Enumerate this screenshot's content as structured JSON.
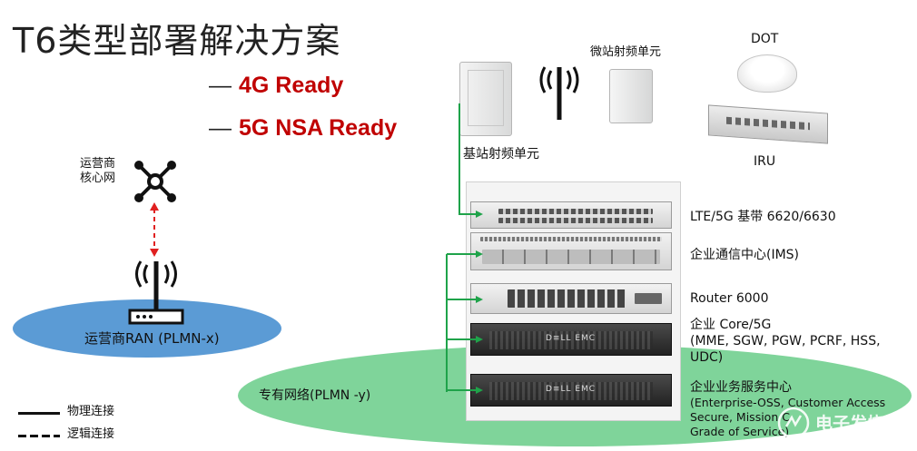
{
  "title": "T6类型部署解决方案",
  "features": [
    {
      "dash": "—",
      "text": "4G Ready"
    },
    {
      "dash": "—",
      "text": "5G  NSA Ready"
    }
  ],
  "operator": {
    "core_label_line1": "运营商",
    "core_label_line2": "核心网",
    "ran_label": "运营商RAN (PLMN-x)"
  },
  "private_network_label": "专有网络(PLMN -y)",
  "legend": {
    "physical": "物理连接",
    "logical": "逻辑连接"
  },
  "radio_units": {
    "macro": "基站射频单元",
    "micro": "微站射频单元",
    "dot": "DOT",
    "iru": "IRU"
  },
  "rack_items": {
    "baseband": "LTE/5G 基带 6620/6630",
    "ims": "企业通信中心(IMS)",
    "router": "Router 6000",
    "core_line1": "企业 Core/5G",
    "core_line2": "(MME, SGW, PGW, PCRF, HSS,",
    "core_line3": "UDC)",
    "services_line1": "企业业务服务中心",
    "services_line2": "(Enterprise-OSS, Customer Access",
    "services_line3": "Secure, Mission C",
    "services_line4": "Grade of Service)"
  },
  "server_brand": "D≡LL EMC",
  "watermark": "电子发烧友",
  "colors": {
    "ready_red": "#c00000",
    "green_link": "#1fa34a",
    "ran_ellipse": "#5b9bd5",
    "private_ellipse": "#7fd49a",
    "dashed_link": "#e02020"
  }
}
